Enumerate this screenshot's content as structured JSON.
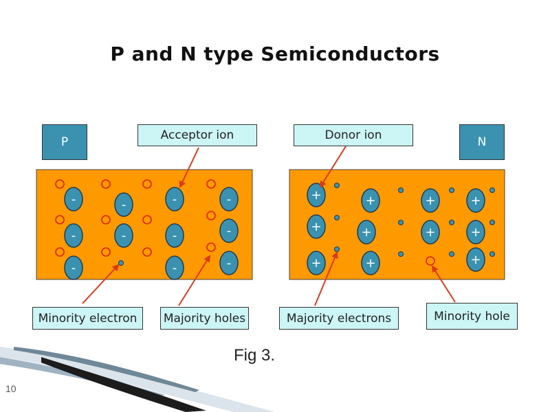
{
  "title": "P and N type Semiconductors",
  "labels": {
    "p": "P",
    "n": "N",
    "acceptor_ion": "Acceptor ion",
    "donor_ion": "Donor ion",
    "minority_electron": "Minority electron",
    "majority_holes": "Majority holes",
    "majority_electrons": "Majority electrons",
    "minority_hole": "Minority hole"
  },
  "ion_signs": {
    "acceptor": "-",
    "donor": "+"
  },
  "caption": "Fig 3.",
  "page_number": "10",
  "colors": {
    "block_fill": "#ff9900",
    "ion_fill": "#3a92b0",
    "hole_stroke": "#dd2200",
    "arrow": "#d93a1a",
    "label_fill": "#ccf5f5",
    "tag_fill": "#3a92b0"
  }
}
